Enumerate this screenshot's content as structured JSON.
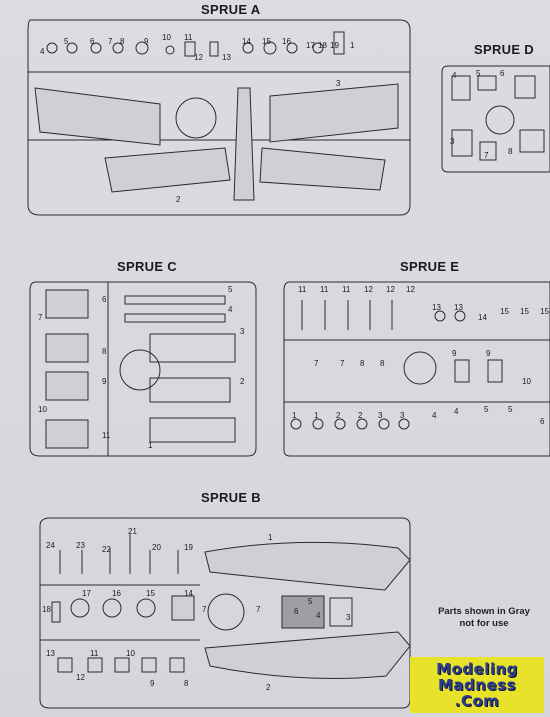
{
  "sprues": {
    "a": {
      "title": "SPRUE A"
    },
    "b": {
      "title": "SPRUE B"
    },
    "c": {
      "title": "SPRUE C"
    },
    "d": {
      "title": "SPRUE D"
    },
    "e": {
      "title": "SPRUE E"
    }
  },
  "note": {
    "line1": "Parts shown in Gray",
    "line2": "not for use"
  },
  "watermark": {
    "line1": "Modeling",
    "line2": "Madness",
    "line3": ".Com"
  },
  "part_numbers": {
    "a": [
      "4",
      "5",
      "6",
      "7",
      "8",
      "9",
      "10",
      "11",
      "12",
      "13",
      "14",
      "15",
      "16",
      "17",
      "18",
      "19",
      "1",
      "2",
      "3"
    ],
    "c": [
      "5",
      "6",
      "4",
      "7",
      "3",
      "8",
      "2",
      "9",
      "11",
      "10",
      "1"
    ],
    "d": [
      "4",
      "5",
      "6",
      "3",
      "7",
      "8"
    ],
    "e": [
      "11",
      "11",
      "11",
      "12",
      "12",
      "12",
      "13",
      "13",
      "14",
      "15",
      "15",
      "15",
      "7",
      "7",
      "8",
      "8",
      "9",
      "9",
      "10",
      "1",
      "1",
      "2",
      "2",
      "3",
      "3",
      "4",
      "4",
      "5",
      "5",
      "6"
    ],
    "b": [
      "24",
      "23",
      "22",
      "21",
      "20",
      "19",
      "1",
      "18",
      "17",
      "16",
      "15",
      "14",
      "7",
      "7",
      "6",
      "5",
      "4",
      "3",
      "13",
      "11",
      "10",
      "12",
      "9",
      "8",
      "2"
    ]
  }
}
